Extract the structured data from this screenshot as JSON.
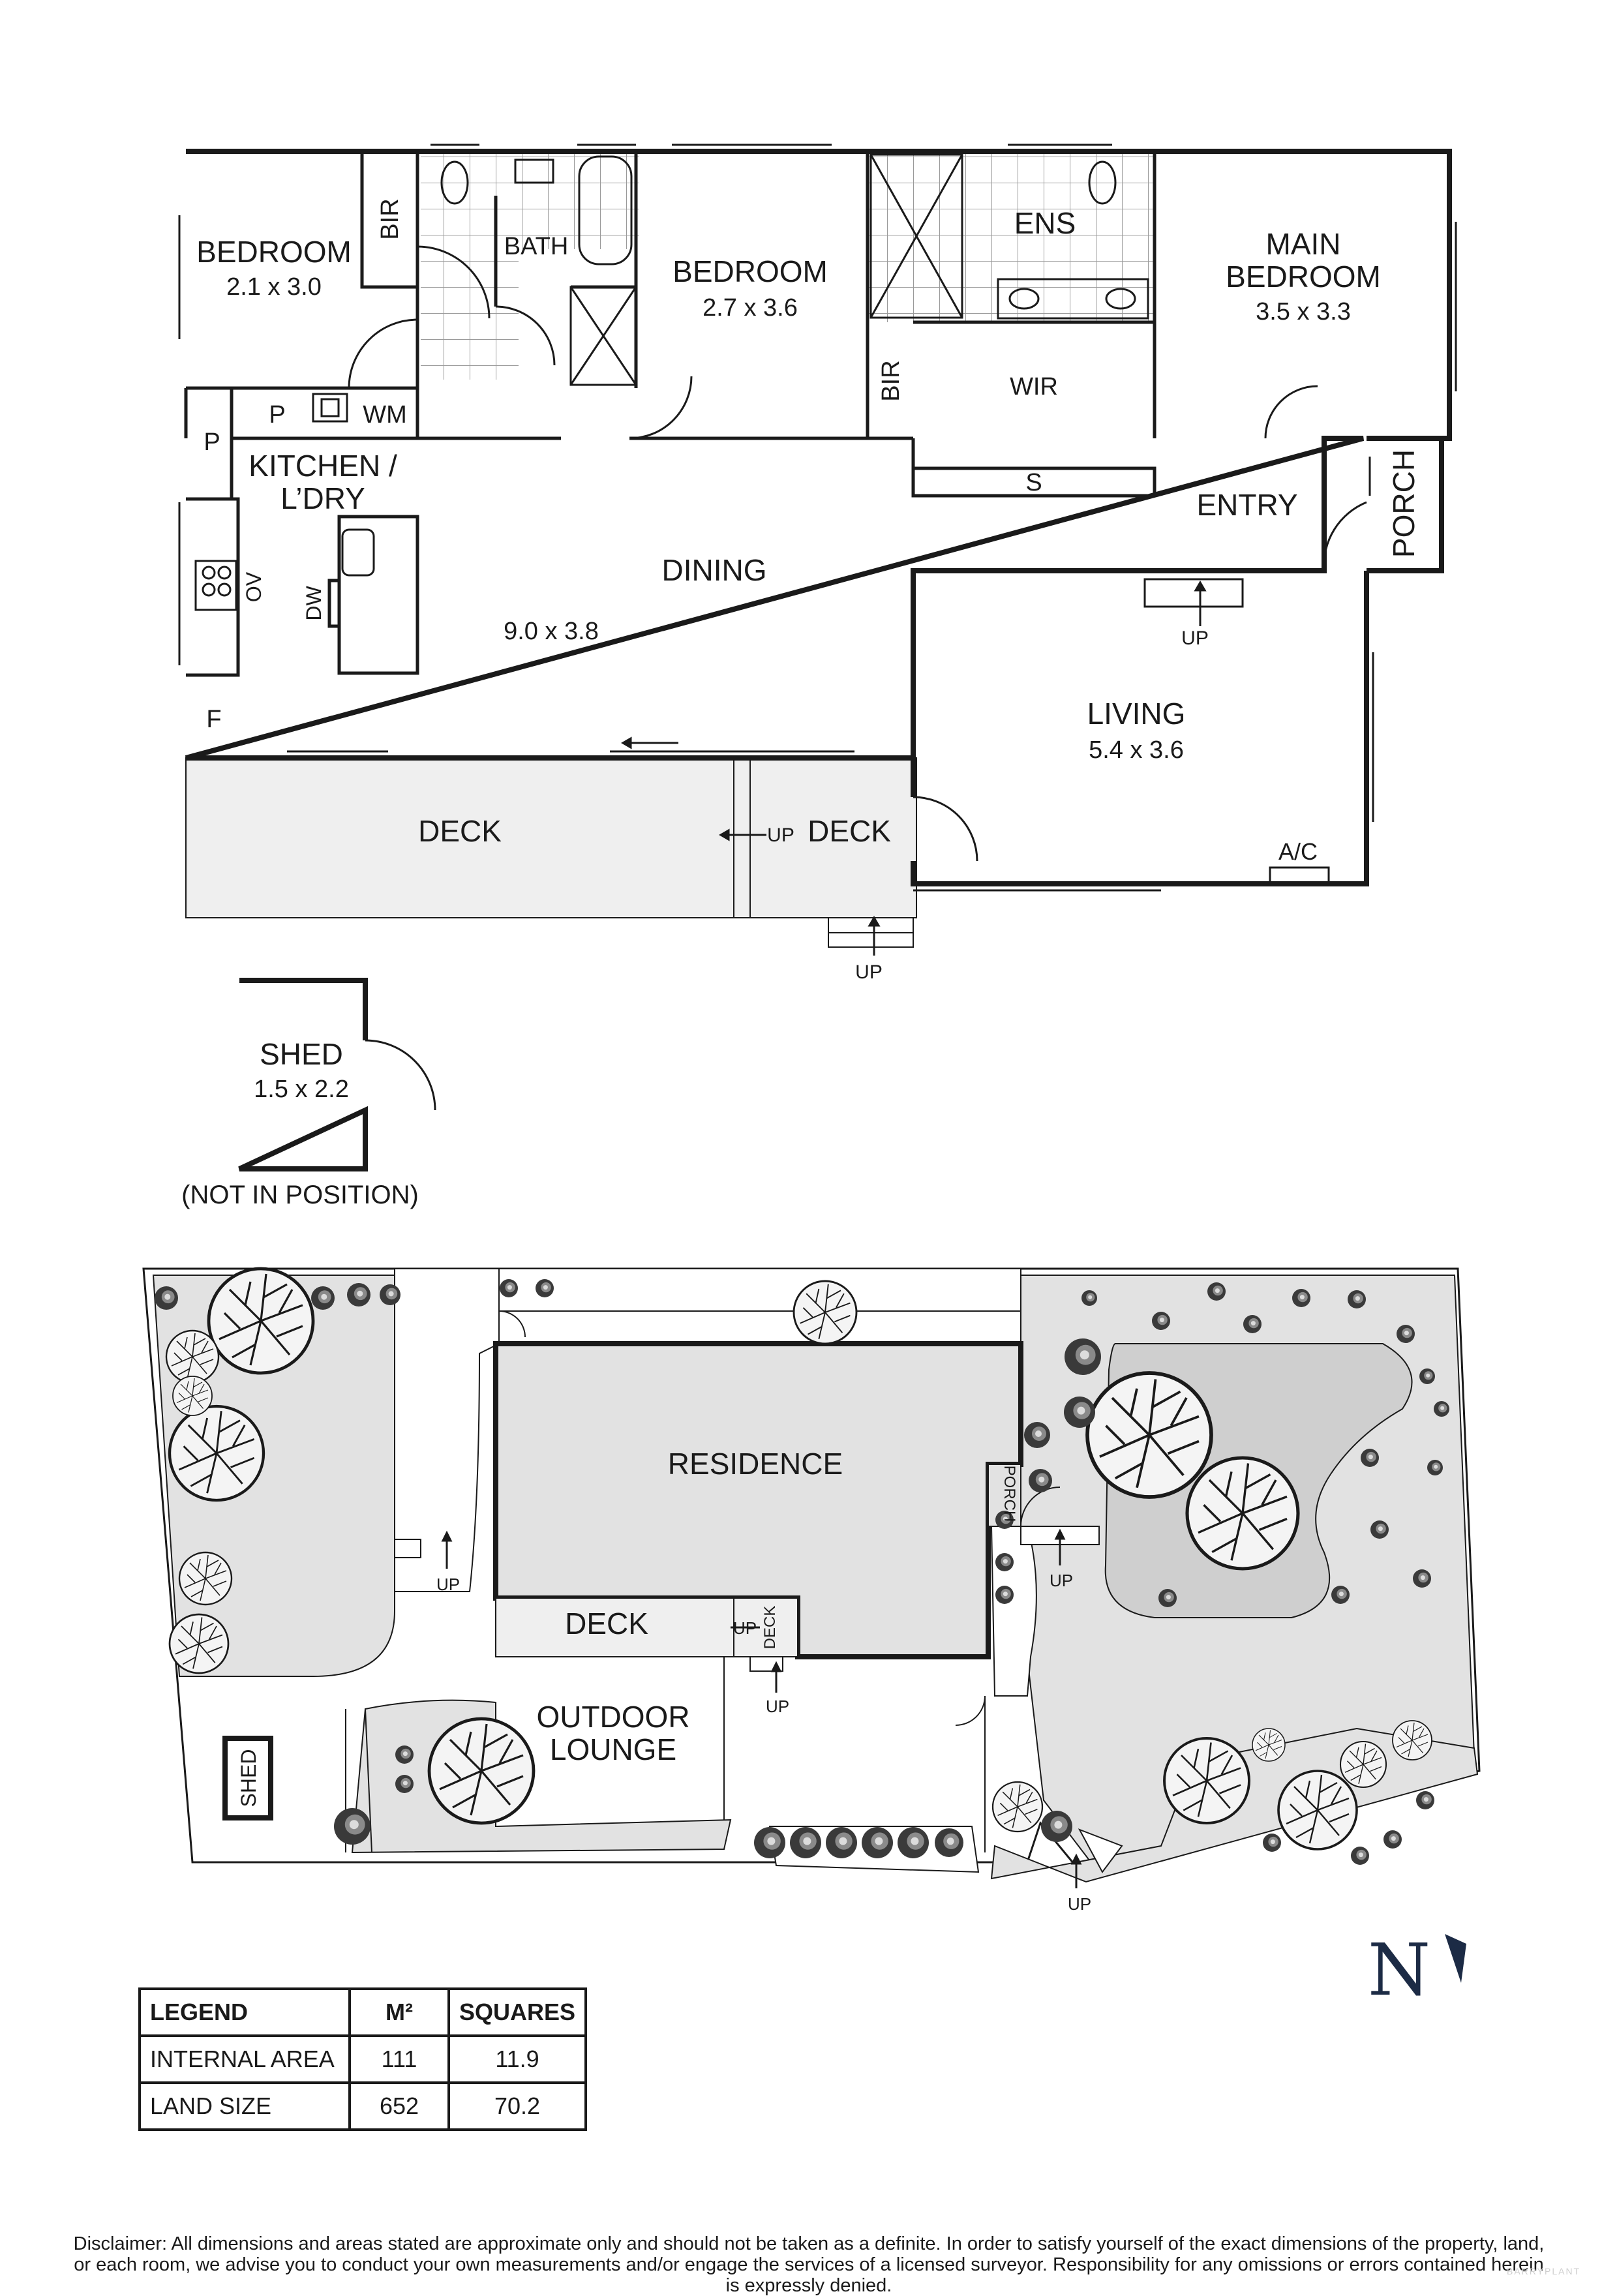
{
  "floorplan": {
    "rooms": {
      "bedroom2": {
        "name": "BEDROOM",
        "size": "2.1 x 3.0"
      },
      "bir1": "BIR",
      "bath": "BATH",
      "bedroom3": {
        "name": "BEDROOM",
        "size": "2.7 x 3.6"
      },
      "ens": "ENS",
      "main_bedroom": {
        "name_line1": "MAIN",
        "name_line2": "BEDROOM",
        "size": "3.5 x 3.3"
      },
      "bir2": "BIR",
      "wir": "WIR",
      "s": "S",
      "p1": "P",
      "wm": "WM",
      "p2": "P",
      "kitchen": {
        "line1": "KITCHEN /",
        "line2": "L’DRY"
      },
      "ov": "OV",
      "dw": "DW",
      "f": "F",
      "dining": {
        "name": "DINING",
        "size": "9.0 x 3.8"
      },
      "entry": "ENTRY",
      "porch": "PORCH",
      "living": {
        "name": "LIVING",
        "size": "5.4 x 3.6"
      },
      "ac": "A/C",
      "up_fire": "UP",
      "deck1": "DECK",
      "deck2": "DECK",
      "up_deck": "UP",
      "up_stairs": "UP",
      "shed": {
        "name": "SHED",
        "size": "1.5 x 2.2"
      },
      "not_in_position": "(NOT IN POSITION)"
    }
  },
  "siteplan": {
    "residence": "RESIDENCE",
    "porch": "PORCH",
    "deck": "DECK",
    "deck_small": "DECK",
    "up_deck": "UP",
    "up_deck_below": "UP",
    "up_left": "UP",
    "up_right": "UP",
    "up_bottom": "UP",
    "outdoor_lounge": {
      "line1": "OUTDOOR",
      "line2": "LOUNGE"
    },
    "shed": "SHED"
  },
  "compass": {
    "letter": "N"
  },
  "legend": {
    "headers": [
      "LEGEND",
      "M²",
      "SQUARES"
    ],
    "rows": [
      {
        "label": "INTERNAL AREA",
        "m2": "111",
        "squares": "11.9"
      },
      {
        "label": "LAND SIZE",
        "m2": "652",
        "squares": "70.2"
      }
    ]
  },
  "disclaimer": "Disclaimer: All dimensions and areas stated are approximate only and should not be taken as a definite. In order to satisfy yourself of the exact dimensions of the property, land, or each room, we advise you to conduct your own measurements and/or engage the services of a licensed surveyor. Responsibility for any omissions or errors contained herein is expressly denied.",
  "watermark": "BARRYPLANT",
  "colors": {
    "wall": "#1a1a1a",
    "deck": "#efefef",
    "garden": "#e2e2e2",
    "compass": "#1c2b45"
  }
}
